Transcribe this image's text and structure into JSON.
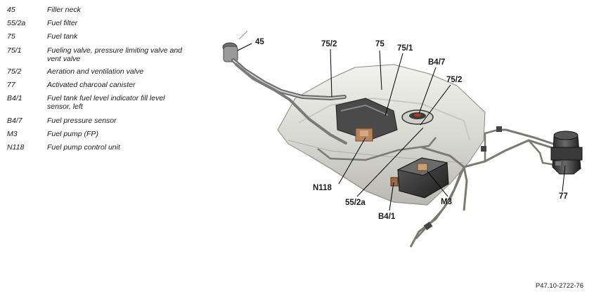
{
  "legend": [
    {
      "code": "45",
      "desc": "Filler neck"
    },
    {
      "code": "55/2a",
      "desc": "Fuel filter"
    },
    {
      "code": "75",
      "desc": "Fuel tank"
    },
    {
      "code": "75/1",
      "desc": "Fueling valve, pressure limiting valve and vent valve"
    },
    {
      "code": "75/2",
      "desc": "Aeration and ventilation valve"
    },
    {
      "code": "77",
      "desc": "Activated charcoal canister"
    },
    {
      "code": "B4/1",
      "desc": "Fuel tank fuel level indicator fill level sensor, left"
    },
    {
      "code": "B4/7",
      "desc": "Fuel pressure sensor"
    },
    {
      "code": "M3",
      "desc": "Fuel pump (FP)"
    },
    {
      "code": "N118",
      "desc": "Fuel pump control unit"
    }
  ],
  "callouts": {
    "c45": "45",
    "c75_2_left": "75/2",
    "c75": "75",
    "c75_1": "75/1",
    "c_b4_7": "B4/7",
    "c75_2_right": "75/2",
    "c_n118": "N118",
    "c55_2a": "55/2a",
    "c_b4_1": "B4/1",
    "c_m3": "M3",
    "c77": "77"
  },
  "figure_id": "P47.10-2722-76"
}
